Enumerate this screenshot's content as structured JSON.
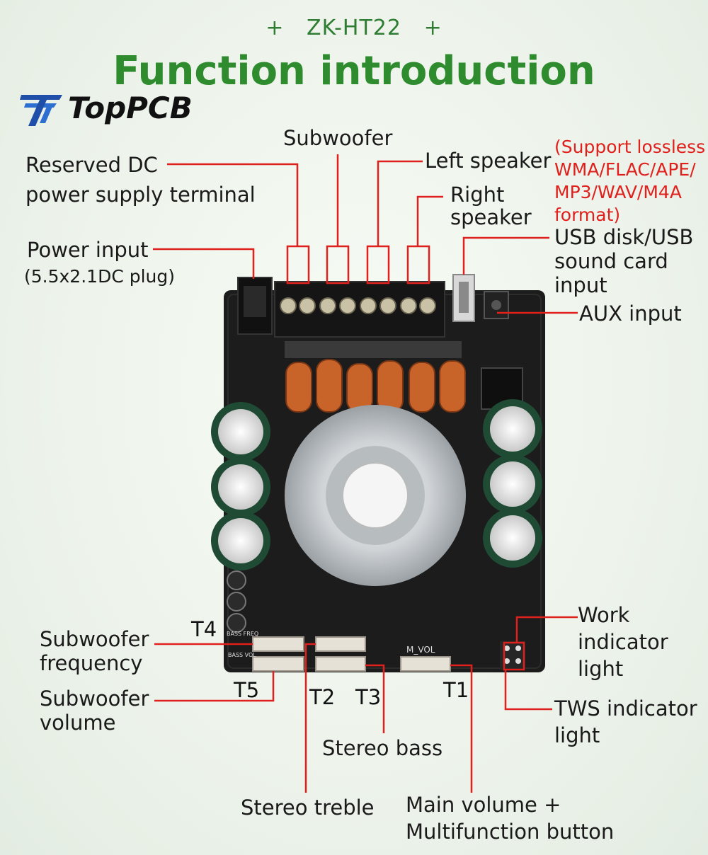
{
  "header": {
    "plus_left": "+",
    "model": "ZK-HT22",
    "plus_right": "+",
    "title": "Function introduction"
  },
  "brand": {
    "name": "TopPCB"
  },
  "labels": {
    "subwoofer": "Subwoofer",
    "reserved_dc_1": "Reserved DC",
    "reserved_dc_2": "power supply terminal",
    "left_speaker": "Left speaker",
    "right_speaker_1": "Right",
    "right_speaker_2": "speaker",
    "lossless_1": "(Support lossless",
    "lossless_2": "WMA/FLAC/APE/",
    "lossless_3": "MP3/WAV/M4A",
    "lossless_4": "format)",
    "power_input": "Power input",
    "power_plug": "(5.5x2.1DC plug)",
    "usb_1": "USB disk/USB",
    "usb_2": "sound card",
    "usb_3": "input",
    "aux": "AUX input",
    "work_1": "Work",
    "work_2": "indicator",
    "work_3": "light",
    "tws_1": "TWS indicator",
    "tws_2": "light",
    "sub_freq_1": "Subwoofer",
    "sub_freq_2": "frequency",
    "sub_vol_1": "Subwoofer",
    "sub_vol_2": "volume",
    "stereo_bass": "Stereo bass",
    "stereo_treble": "Stereo treble",
    "main_vol_1": "Main volume +",
    "main_vol_2": "Multifunction button"
  },
  "terminals": {
    "t1": "T1",
    "t2": "T2",
    "t3": "T3",
    "t4": "T4",
    "t5": "T5"
  },
  "board_silk": {
    "m_vol": "M_VOL",
    "bass_freq": "BASS FREQ",
    "bass_vol": "BASS VOL"
  },
  "colors": {
    "title_green": "#2e8b2e",
    "leader_red": "#e0201c",
    "board_black": "#1c1c1c",
    "capacitor_green": "#1f4a34",
    "coil_copper": "#c8642a"
  }
}
